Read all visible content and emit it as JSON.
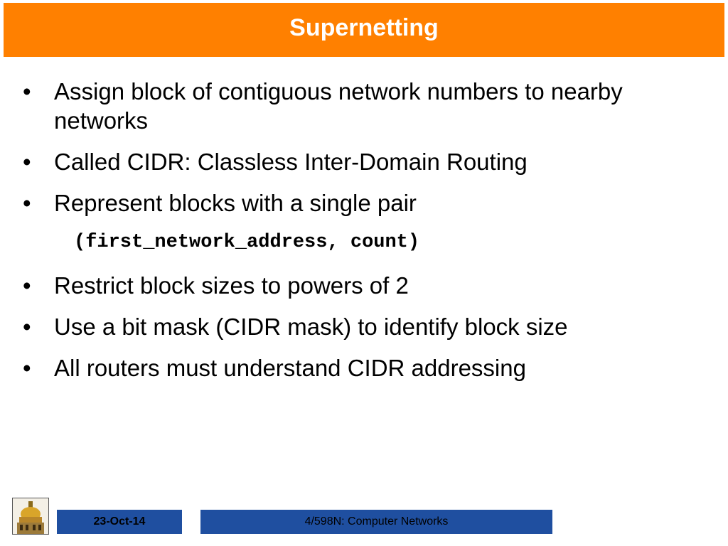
{
  "slide": {
    "title": "Supernetting",
    "bullets_top": [
      "Assign block of contiguous network numbers to nearby networks",
      "Called CIDR: Classless Inter-Domain Routing",
      "Represent blocks with a single pair"
    ],
    "code": "(first_network_address, count)",
    "bullets_bottom": [
      "Restrict block sizes to powers of 2",
      "Use a bit mask (CIDR mask) to identify block size",
      "All routers must understand CIDR addressing"
    ],
    "bullet_symbol": "•"
  },
  "footer": {
    "logo_icon": "golden-dome-logo-icon",
    "date": "23-Oct-14",
    "course": "4/598N: Computer Networks"
  },
  "colors": {
    "title_bar": "#ff8000",
    "footer_boxes": "#1f4fa0"
  }
}
